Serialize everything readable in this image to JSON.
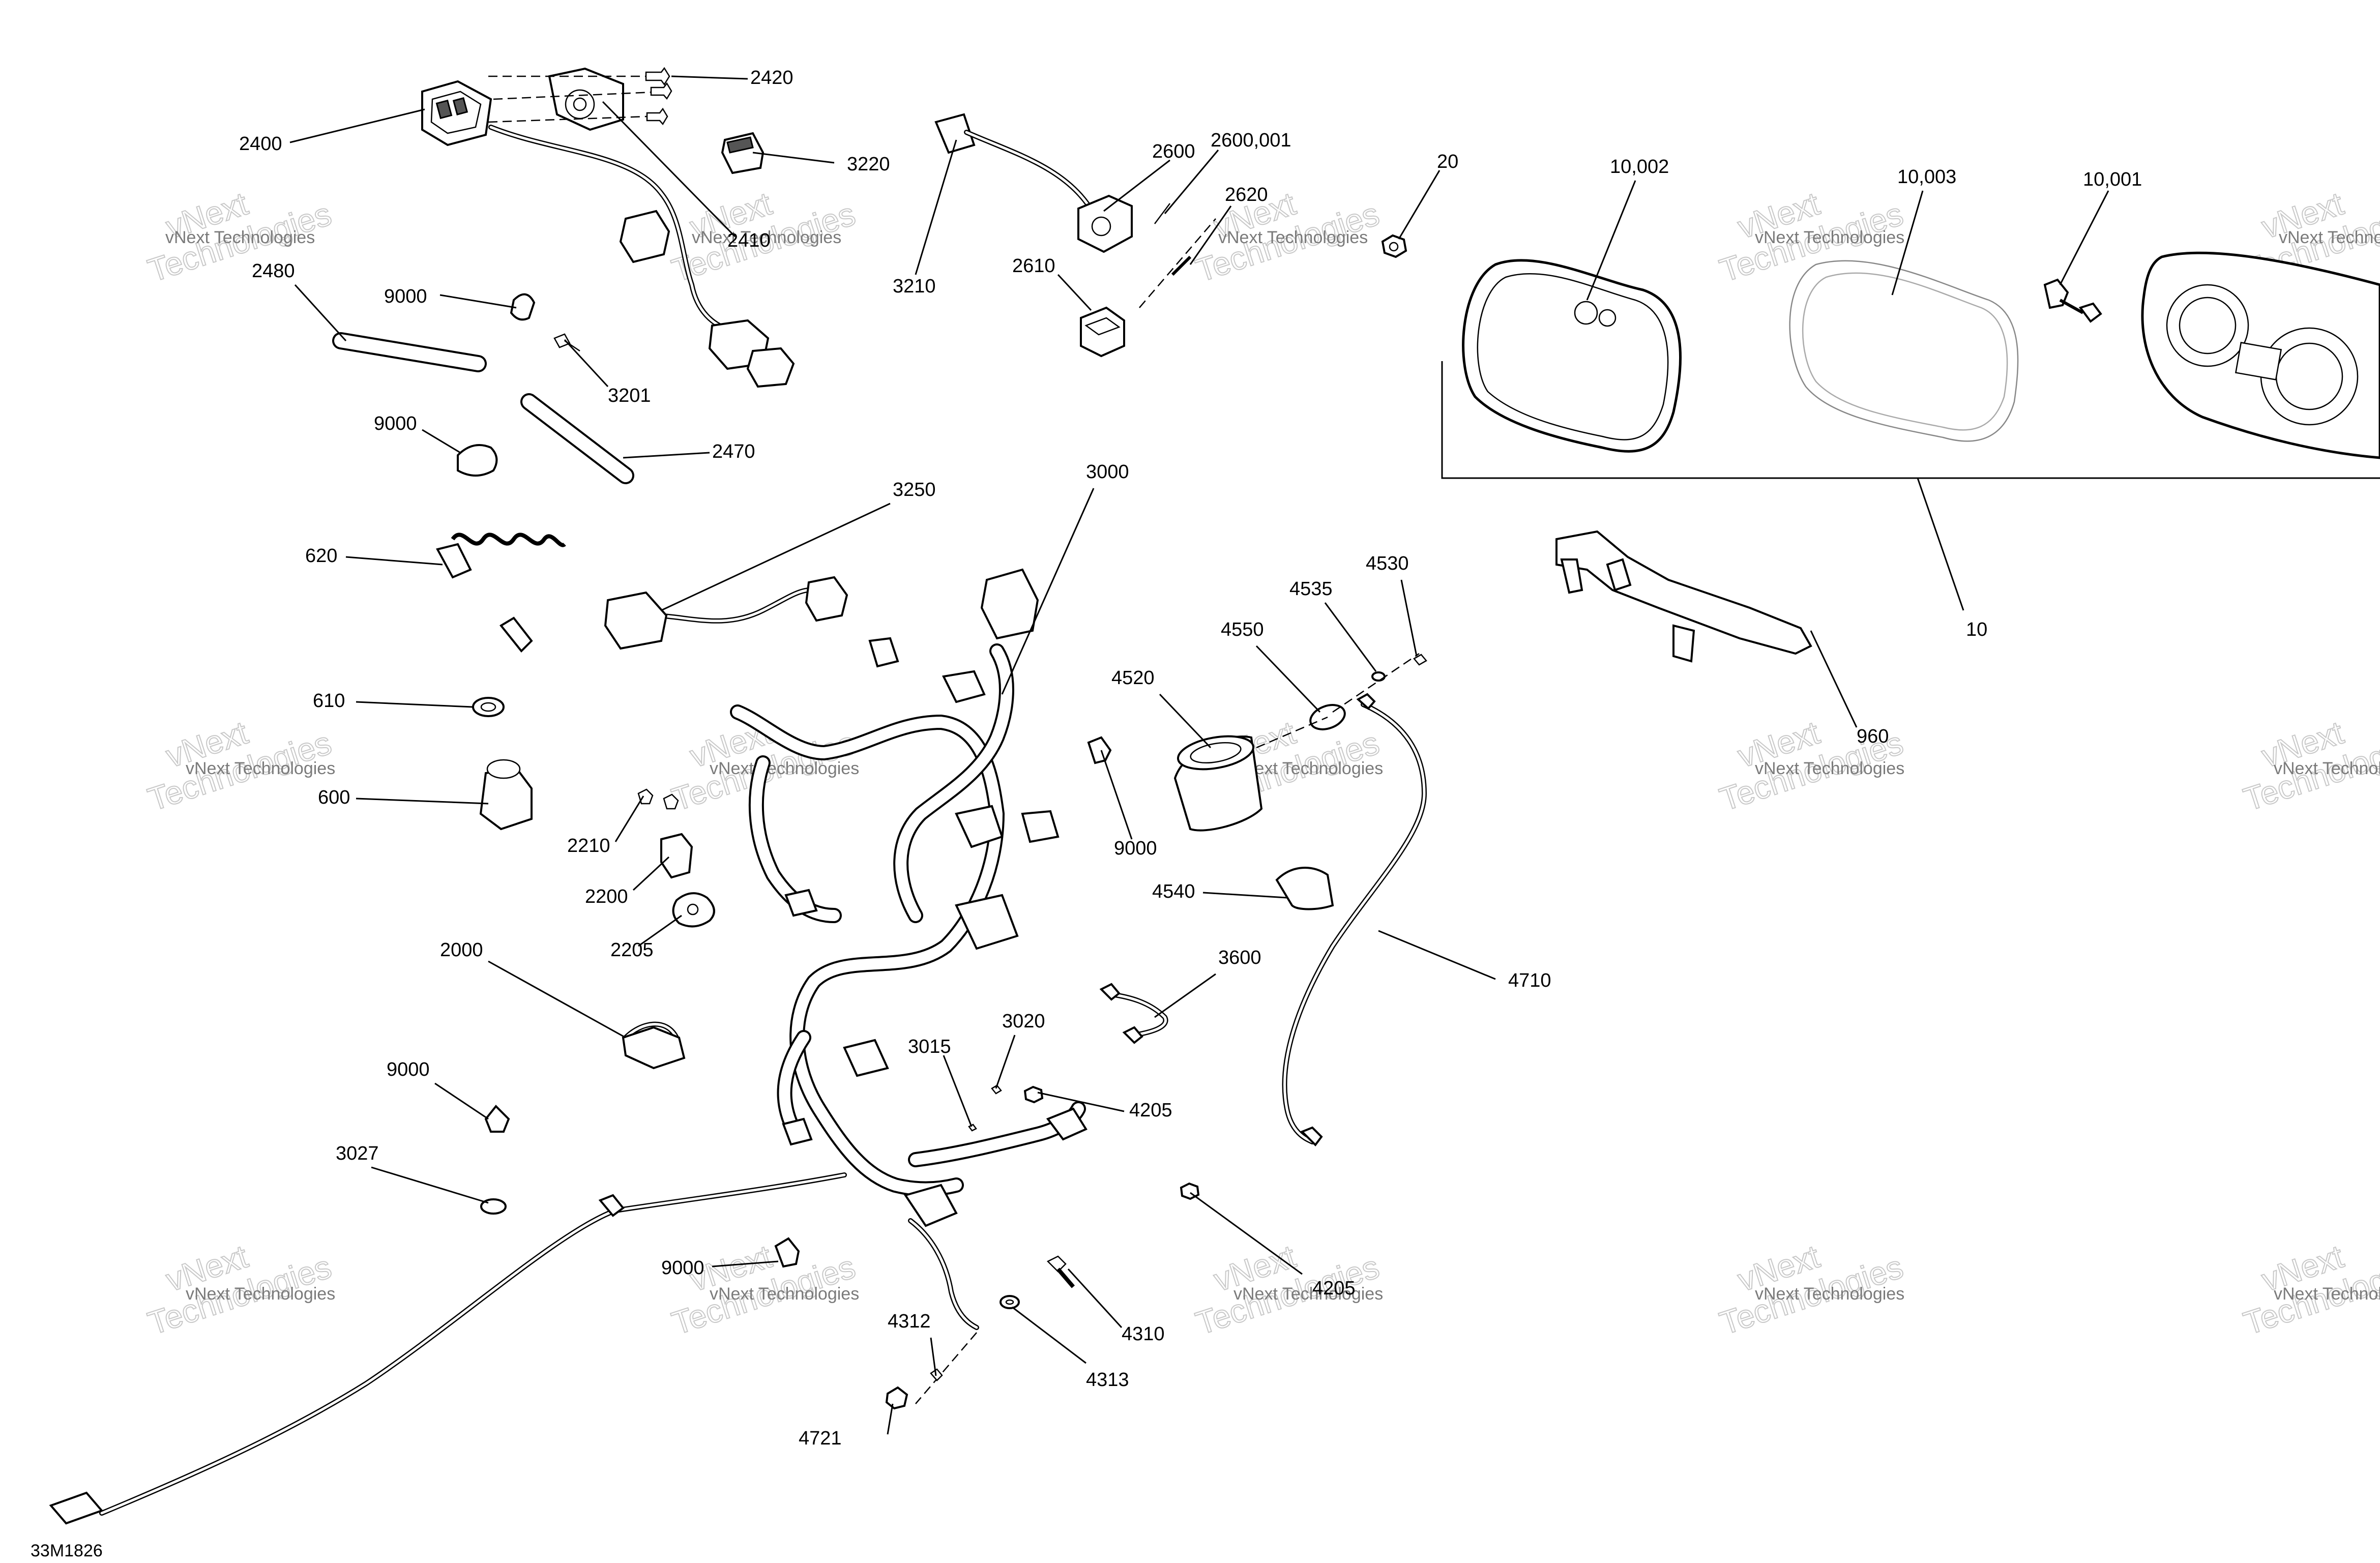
{
  "document_id": "33M1826",
  "watermark": {
    "line1": "vNext",
    "line2": "Technologies",
    "small": "vNext Technologies"
  },
  "callouts": {
    "c2400": "2400",
    "c2420": "2420",
    "c2410": "2410",
    "c3220": "3220",
    "c2480": "2480",
    "c9000_a": "9000",
    "c3201": "3201",
    "c9000_b": "9000",
    "c2470": "2470",
    "c3210": "3210",
    "c2600": "2600",
    "c2600_001": "2600,001",
    "c2620": "2620",
    "c2610": "2610",
    "c20": "20",
    "c10_002": "10,002",
    "c10_003": "10,003",
    "c10_001": "10,001",
    "c10": "10",
    "c960": "960",
    "c3250": "3250",
    "c3000": "3000",
    "c620": "620",
    "c610": "610",
    "c600": "600",
    "c2210": "2210",
    "c2200": "2200",
    "c2205": "2205",
    "c4530": "4530",
    "c4535": "4535",
    "c4550": "4550",
    "c4520": "4520",
    "c9000_c": "9000",
    "c4540": "4540",
    "c4710": "4710",
    "c3600": "3600",
    "c2000": "2000",
    "c3015": "3015",
    "c3020": "3020",
    "c4205_a": "4205",
    "c9000_d": "9000",
    "c3027": "3027",
    "c9000_e": "9000",
    "c4205_b": "4205",
    "c4312": "4312",
    "c4310": "4310",
    "c4313": "4313",
    "c4721": "4721"
  }
}
